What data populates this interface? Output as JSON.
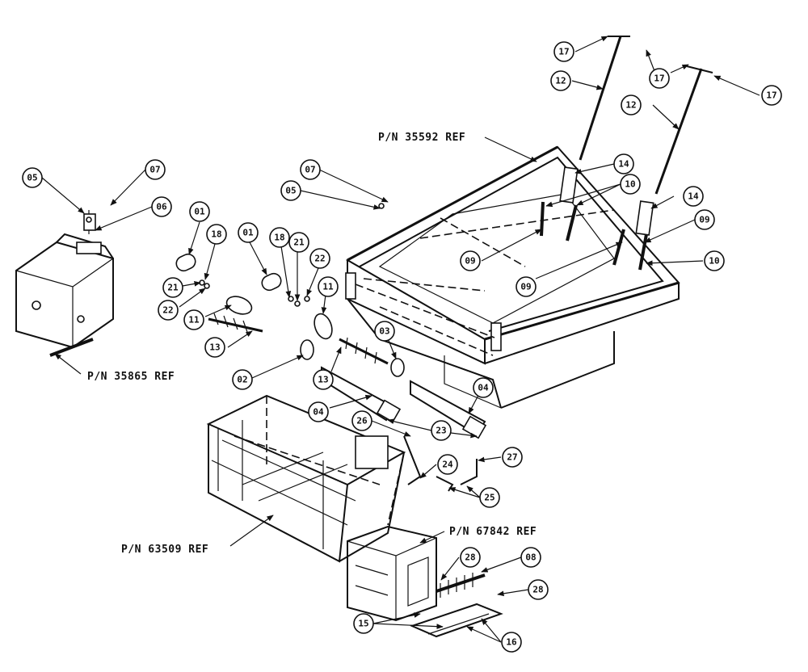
{
  "references": {
    "r35592": "P/N 35592 REF",
    "r35865": "P/N 35865 REF",
    "r63509": "P/N 63509 REF",
    "r67842": "P/N 67842 REF"
  },
  "callouts": {
    "c01": "01",
    "c02": "02",
    "c03": "03",
    "c04": "04",
    "c05": "05",
    "c06": "06",
    "c07": "07",
    "c08": "08",
    "c09": "09",
    "c10": "10",
    "c11": "11",
    "c12": "12",
    "c13": "13",
    "c14": "14",
    "c15": "15",
    "c16": "16",
    "c17": "17",
    "c18": "18",
    "c21": "21",
    "c22": "22",
    "c23": "23",
    "c24": "24",
    "c25": "25",
    "c26": "26",
    "c27": "27",
    "c28": "28"
  }
}
